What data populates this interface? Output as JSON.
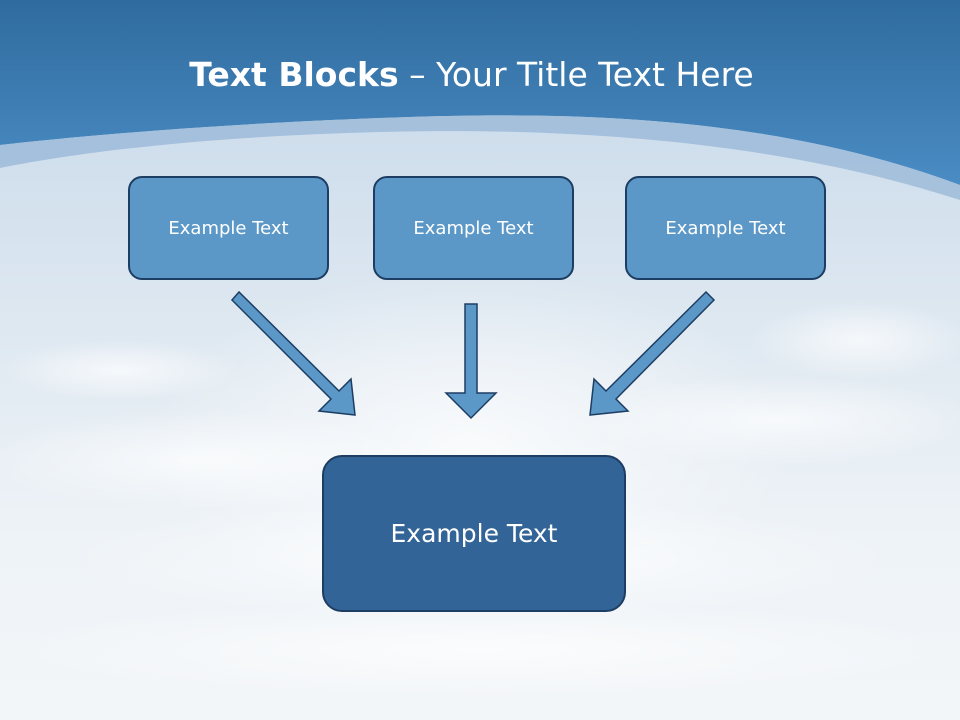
{
  "title": {
    "bold_part": "Text Blocks",
    "rest_part": " – Your Title Text Here"
  },
  "boxes": {
    "top": [
      {
        "label": "Example Text"
      },
      {
        "label": "Example Text"
      },
      {
        "label": "Example Text"
      }
    ],
    "bottom": {
      "label": "Example Text"
    }
  },
  "colors": {
    "header_blue": "#3f7fb5",
    "small_box_fill": "#5b98c8",
    "big_box_fill": "#336497",
    "box_border": "#1d3d62",
    "arrow_fill": "#5b98c8"
  }
}
